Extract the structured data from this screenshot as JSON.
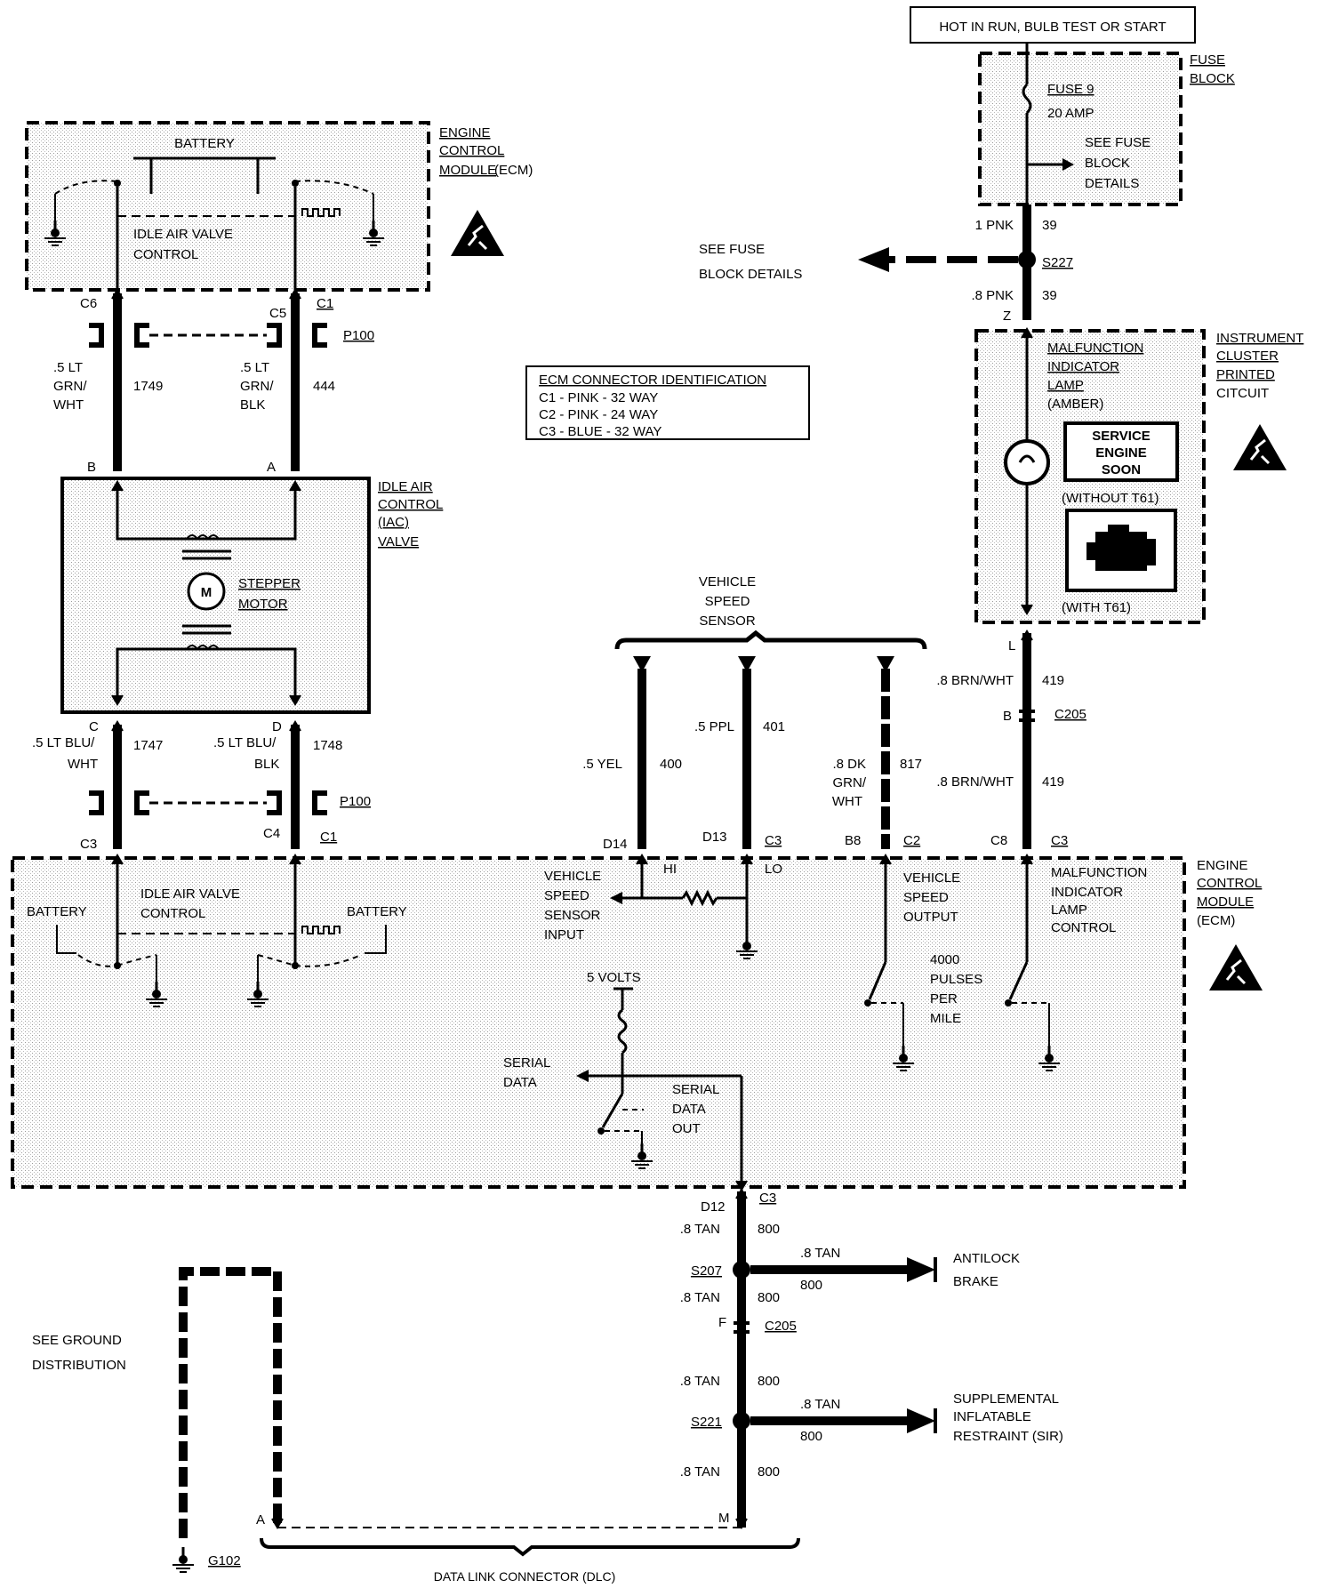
{
  "header": {
    "power_label": "HOT IN RUN, BULB TEST OR START"
  },
  "fuse_block": {
    "title_1": "FUSE",
    "title_2": "BLOCK",
    "fuse_name": "FUSE 9",
    "fuse_rating": "20 AMP",
    "see_1": "SEE FUSE",
    "see_2": "BLOCK",
    "see_3": "DETAILS"
  },
  "top_branch": {
    "wire_1": "1 PNK",
    "circuit_1": "39",
    "splice": "S227",
    "see_1": "SEE FUSE",
    "see_2": "BLOCK DETAILS",
    "wire_2": ".8 PNK",
    "circuit_2": "39",
    "pin_z": "Z"
  },
  "ecm_top": {
    "title_1": "ENGINE",
    "title_2": "CONTROL",
    "title_3": "MODULE",
    "title_3b": "(ECM)",
    "battery": "BATTERY",
    "valve_1": "IDLE AIR VALVE",
    "valve_2": "CONTROL"
  },
  "p100_top": {
    "pin_c6": "C6",
    "pin_c5": "C5",
    "conn_c1": "C1",
    "conn": "P100",
    "left_w1": ".5 LT",
    "left_w2": "GRN/",
    "left_w3": "WHT",
    "left_circuit": "1749",
    "right_w1": ".5 LT",
    "right_w2": "GRN/",
    "right_w3": "BLK",
    "right_circuit": "444",
    "pin_b": "B",
    "pin_a": "A"
  },
  "id_box": {
    "title": "ECM CONNECTOR IDENTIFICATION",
    "line_1": "C1 - PINK - 32 WAY",
    "line_2": "C2 - PINK - 24 WAY",
    "line_3": "C3 - BLUE - 32 WAY"
  },
  "iac": {
    "title_1": "IDLE AIR",
    "title_2": "CONTROL",
    "title_3": "(IAC)",
    "title_4": "VALVE",
    "motor_letter": "M",
    "motor_1": "STEPPER",
    "motor_2": "MOTOR"
  },
  "p100_bottom": {
    "pin_c": "C",
    "pin_d": "D",
    "left_w1": ".5 LT BLU/",
    "left_w2": "WHT",
    "left_circuit": "1747",
    "right_w1": ".5 LT BLU/",
    "right_w2": "BLK",
    "right_circuit": "1748",
    "conn": "P100",
    "pin_c3": "C3",
    "pin_c4": "C4",
    "conn_c1": "C1"
  },
  "cluster": {
    "title_1": "INSTRUMENT",
    "title_2": "CLUSTER",
    "title_3": "PRINTED",
    "title_4": "CITCUIT",
    "mil_1": "MALFUNCTION",
    "mil_2": "INDICATOR",
    "mil_3": "LAMP",
    "mil_4": "(AMBER)",
    "ses_1": "SERVICE",
    "ses_2": "ENGINE",
    "ses_3": "SOON",
    "without": "(WITHOUT T61)",
    "with": "(WITH T61)"
  },
  "mil_wire": {
    "pin_l": "L",
    "wire_1": ".8 BRN/WHT",
    "circuit_1": "419",
    "pin_b": "B",
    "conn": "C205",
    "wire_2": ".8 BRN/WHT",
    "circuit_2": "419",
    "pin_c8": "C8",
    "conn_c3": "C3"
  },
  "vss": {
    "title_1": "VEHICLE",
    "title_2": "SPEED",
    "title_3": "SENSOR",
    "w1": ".5 YEL",
    "c1": "400",
    "w2": ".5 PPL",
    "c2": "401",
    "w3a": ".8 DK",
    "w3b": "GRN/",
    "w3c": "WHT",
    "c3": "817",
    "pin_d14": "D14",
    "pin_d13": "D13",
    "conn_c3": "C3",
    "pin_b8": "B8",
    "conn_c2": "C2"
  },
  "ecm_main": {
    "title_1": "ENGINE",
    "title_2": "CONTROL",
    "title_3": "MODULE",
    "title_4": "(ECM)",
    "valve_1": "IDLE AIR VALVE",
    "valve_2": "CONTROL",
    "battery_l": "BATTERY",
    "battery_r": "BATTERY",
    "hi": "HI",
    "lo": "LO",
    "vssi_1": "VEHICLE",
    "vssi_2": "SPEED",
    "vssi_3": "SENSOR",
    "vssi_4": "INPUT",
    "vso_1": "VEHICLE",
    "vso_2": "SPEED",
    "vso_3": "OUTPUT",
    "pulses_1": "4000",
    "pulses_2": "PULSES",
    "pulses_3": "PER",
    "pulses_4": "MILE",
    "milc_1": "MALFUNCTION",
    "milc_2": "INDICATOR",
    "milc_3": "LAMP",
    "milc_4": "CONTROL",
    "volts": "5 VOLTS",
    "sd_1": "SERIAL",
    "sd_2": "DATA",
    "sdo_1": "SERIAL",
    "sdo_2": "DATA",
    "sdo_3": "OUT"
  },
  "serial_line": {
    "pin_d12": "D12",
    "conn_c3": "C3",
    "w1": ".8 TAN",
    "c1": "800",
    "s207": "S207",
    "w_abs": ".8 TAN",
    "c_abs": "800",
    "abs_1": "ANTILOCK",
    "abs_2": "BRAKE",
    "w2": ".8 TAN",
    "c2": "800",
    "pin_f": "F",
    "conn_c205": "C205",
    "w3": ".8 TAN",
    "c3": "800",
    "s221": "S221",
    "w_sir": ".8 TAN",
    "c_sir": "800",
    "sir_1": "SUPPLEMENTAL",
    "sir_2": "INFLATABLE",
    "sir_3": "RESTRAINT (SIR)",
    "w4": ".8 TAN",
    "c4": "800",
    "pin_m": "M"
  },
  "ground": {
    "see_1": "SEE GROUND",
    "see_2": "DISTRIBUTION",
    "pin_a": "A",
    "g102": "G102",
    "dlc": "DATA LINK CONNECTOR (DLC)"
  }
}
